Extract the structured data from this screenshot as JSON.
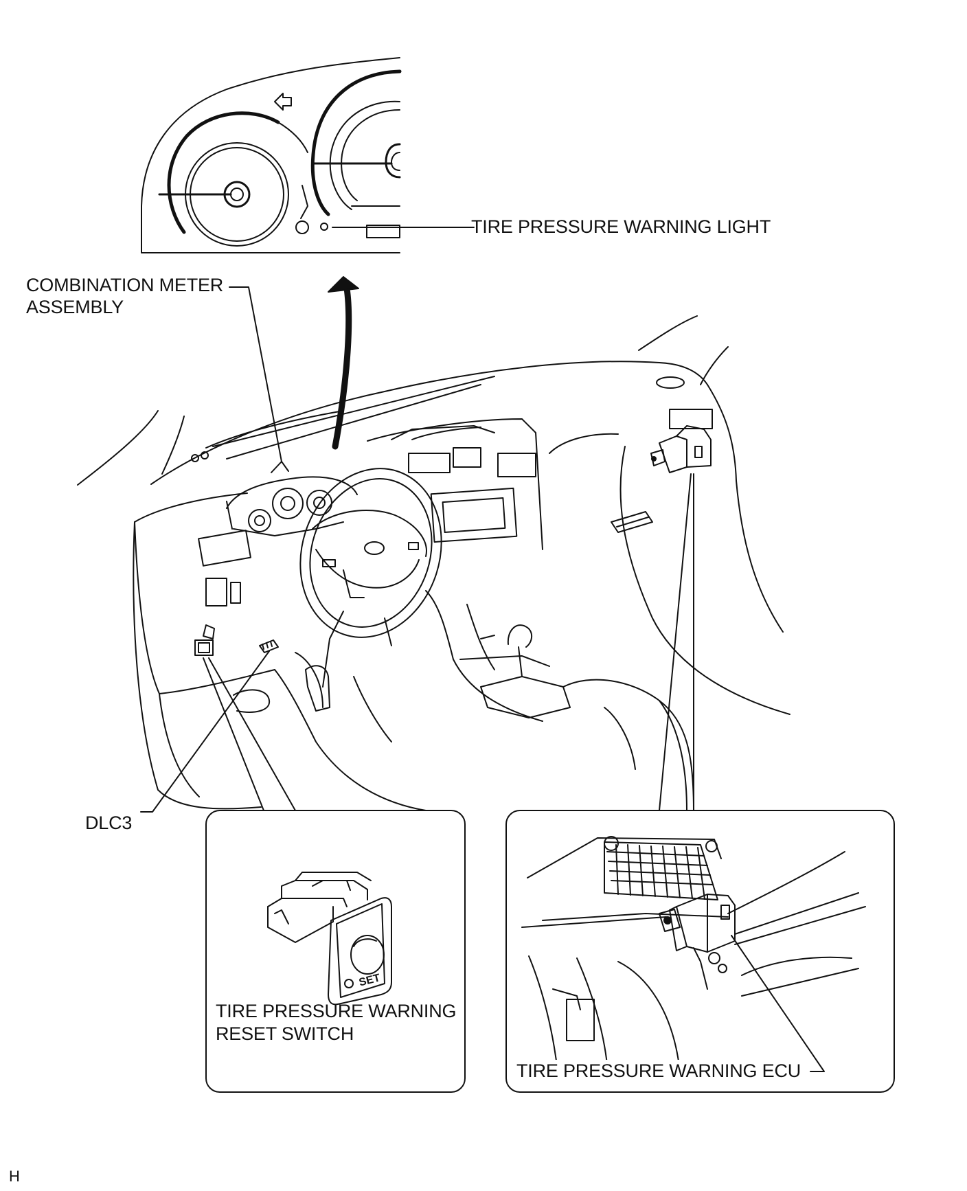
{
  "labels": {
    "tire_pressure_warning_light": "TIRE PRESSURE WARNING LIGHT",
    "combination_meter_line1": "COMBINATION METER",
    "combination_meter_line2": "ASSEMBLY",
    "dlc3": "DLC3",
    "reset_switch_line1": "TIRE PRESSURE WARNING",
    "reset_switch_line2": "RESET SWITCH",
    "ecu": "TIRE PRESSURE WARNING ECU",
    "switch_marking": "SET",
    "figure_code": "H"
  }
}
